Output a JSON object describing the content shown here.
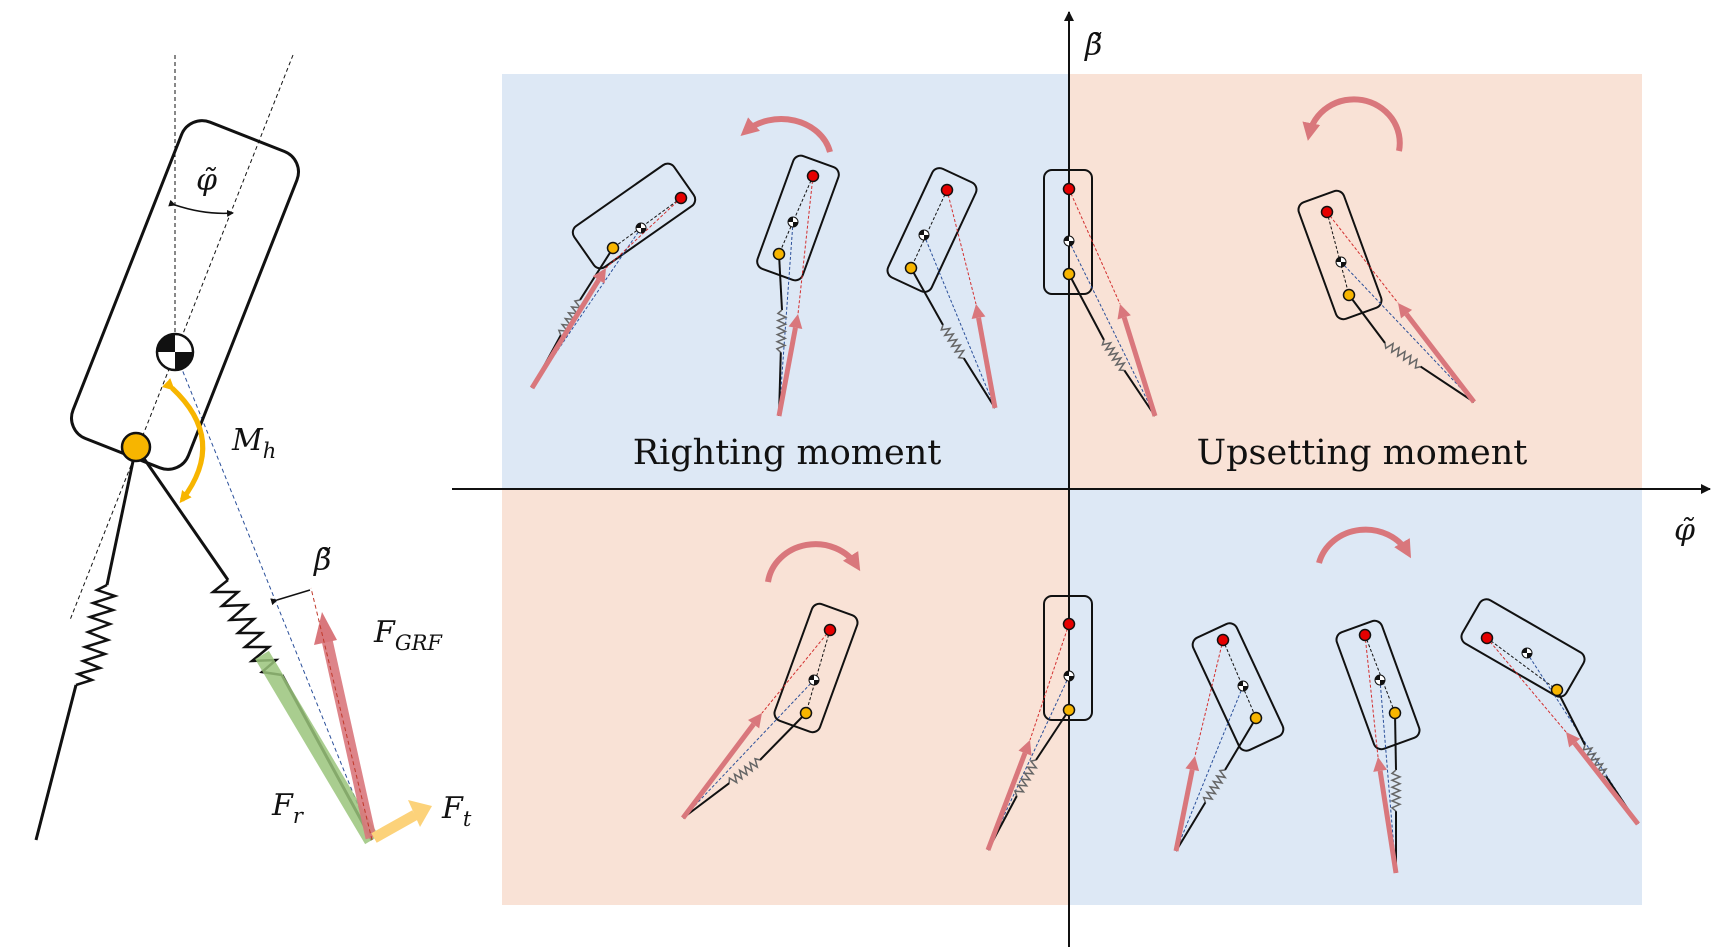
{
  "colors": {
    "stable_region": "#dde8f5",
    "unstable_region": "#f9e2d6",
    "grf_arrow": "#d9777c",
    "tangential_arrow": "#fcd27a",
    "radial_highlight": "#9ac47b",
    "hip_joint": "#f7b500",
    "foot_marker": "#e60000",
    "rotation_arrow": "#d9777c"
  },
  "left_panel": {
    "body_angle_label": "φ̃",
    "leg_angle_label": "β̃",
    "hip_moment_label": "M",
    "hip_moment_sub": "h",
    "grf_label": "F",
    "grf_sub": "GRF",
    "radial_label": "F",
    "radial_sub": "r",
    "tangential_label": "F",
    "tangential_sub": "t"
  },
  "axes": {
    "x_label": "φ̃",
    "y_label": "β̃"
  },
  "quadrants": {
    "top_left": {
      "label": "Righting moment",
      "rotation": "counterclockwise"
    },
    "top_right": {
      "label": "Upsetting moment",
      "rotation": "counterclockwise"
    },
    "bottom_left": {
      "rotation": "clockwise"
    },
    "bottom_right": {
      "rotation": "clockwise"
    }
  },
  "icons": [
    "center-of-mass-icon",
    "hip-joint-icon",
    "spring-icon",
    "rotation-arrow-icon",
    "foot-point-icon"
  ]
}
